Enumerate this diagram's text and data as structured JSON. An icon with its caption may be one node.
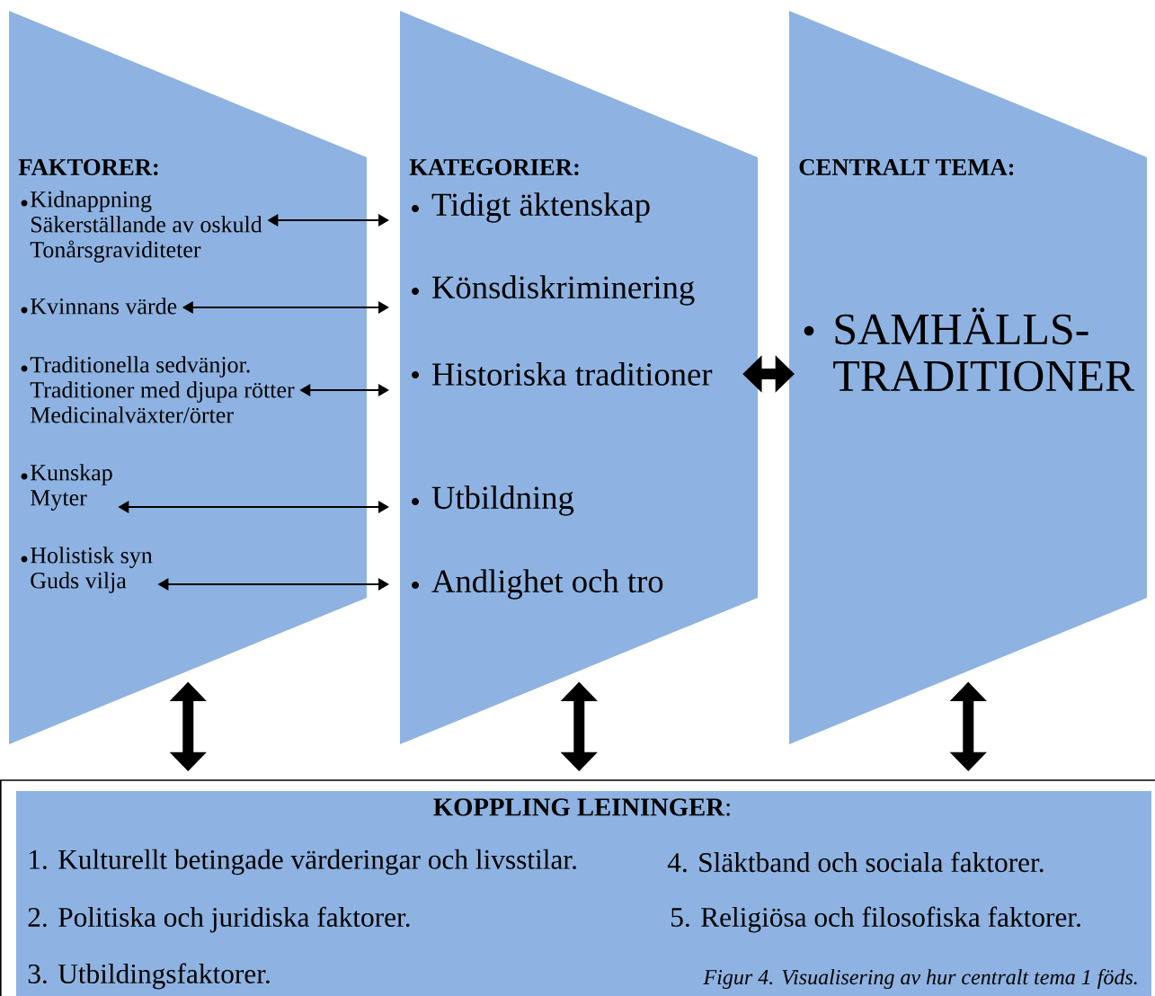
{
  "diagram": {
    "caption": "Figur 4. Visualisering av hur centralt tema 1 föds.",
    "nodes": [
      {
        "text": [
          "FAKTORER:"
        ]
      },
      {
        "text": [
          "Kidnappning",
          "Säkerställande av oskuld",
          "Tonårsgraviditeter"
        ],
        "in": 0
      },
      {
        "text": [
          "Kvinnans värde"
        ],
        "in": 0
      },
      {
        "text": [
          "Traditionella sedvänjor.",
          "Traditioner med djupa rötter",
          "Medicinalväxter/örter"
        ],
        "in": 0
      },
      {
        "text": [
          "Kunskap",
          "Myter"
        ],
        "in": 0
      },
      {
        "text": [
          "Holistisk syn",
          "Guds vilja"
        ],
        "in": 0
      },
      {
        "text": [
          "KATEGORIER:"
        ]
      },
      {
        "text": [
          "Tidigt äktenskap"
        ],
        "in": 6
      },
      {
        "text": [
          "Könsdiskriminering"
        ],
        "in": 6
      },
      {
        "text": [
          "Historiska traditioner"
        ],
        "in": 6
      },
      {
        "text": [
          "Utbildning"
        ],
        "in": 6
      },
      {
        "text": [
          "Andlighet och tro"
        ],
        "in": 6
      },
      {
        "text": [
          "CENTRALT TEMA:"
        ]
      },
      {
        "text": [
          "SAMHÄLLS-TRADITIONER"
        ],
        "in": 12
      },
      {
        "text": [
          "**KOPPLING LEININGER**:",
          "1. Kulturellt betingade värderingar och livsstilar.",
          "2. Politiska och juridiska faktorer.",
          "3. Utbildingsfaktorer.",
          "4. Släktband och sociala faktorer.",
          "5. Religiösa och filosofiska faktorer."
        ]
      }
    ],
    "edges": [
      {
        "from": 1,
        "to": 7,
        "arrow": "both"
      },
      {
        "from": 2,
        "to": 8,
        "arrow": "both"
      },
      {
        "from": 3,
        "to": 9,
        "arrow": "both"
      },
      {
        "from": 4,
        "to": 10,
        "arrow": "both"
      },
      {
        "from": 5,
        "to": 11,
        "arrow": "both"
      },
      {
        "from": 6,
        "to": 12,
        "arrow": "both",
        "style": "thick"
      },
      {
        "from": 0,
        "to": 14,
        "arrow": "both",
        "style": "thick"
      },
      {
        "from": 6,
        "to": 14,
        "arrow": "both",
        "style": "thick"
      },
      {
        "from": 12,
        "to": 14,
        "arrow": "both",
        "style": "thick"
      }
    ]
  }
}
